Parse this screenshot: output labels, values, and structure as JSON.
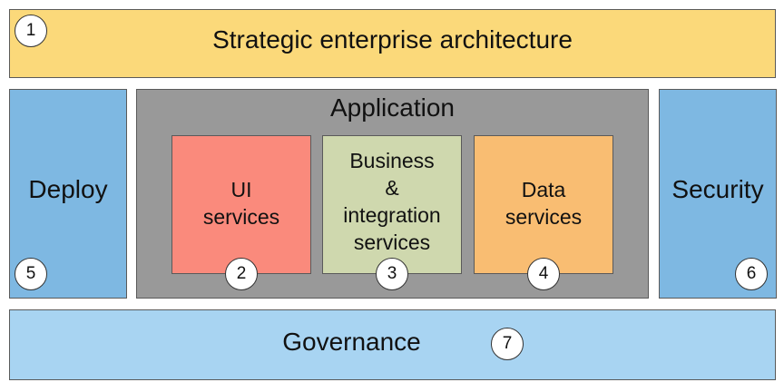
{
  "diagram": {
    "strategic": {
      "label": "Strategic enterprise architecture",
      "number": "1"
    },
    "application": {
      "label": "Application"
    },
    "ui_services": {
      "label_line1": "UI",
      "label_line2": "services",
      "number": "2"
    },
    "business_services": {
      "label_line1": "Business",
      "label_line2": "&",
      "label_line3": "integration",
      "label_line4": "services",
      "number": "3"
    },
    "data_services": {
      "label_line1": "Data",
      "label_line2": "services",
      "number": "4"
    },
    "deploy": {
      "label": "Deploy",
      "number": "5"
    },
    "security": {
      "label": "Security",
      "number": "6"
    },
    "governance": {
      "label": "Governance",
      "number": "7"
    }
  },
  "colors": {
    "strategic": "#fbd97a",
    "deploy": "#7eb8e2",
    "security": "#7eb8e2",
    "application": "#999999",
    "ui_services": "#fa8a7c",
    "business_services": "#cfd8ae",
    "data_services": "#f9bd72",
    "governance": "#a8d4f2"
  }
}
